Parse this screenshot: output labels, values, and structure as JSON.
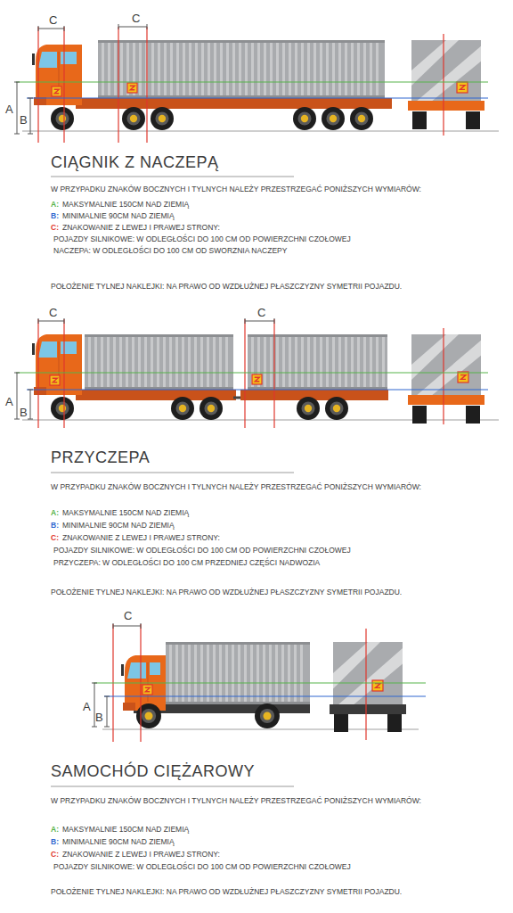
{
  "diagram": {
    "labels": [
      "C",
      "C",
      "A",
      "B",
      "CIĄGNIK Z NACZEPĄ",
      "W PRZYPADKU ZNAKÓW BOCZNYCH I TYLNYCH NALEŻY PRZESTRZEGAĆ PONIŻSZYCH WYMIARÓW:",
      "A:",
      "MAKSYMALNIE 150CM NAD ZIEMIĄ",
      "B:",
      "MINIMALNIE 90CM NAD ZIEMIĄ",
      "C:",
      "ZNAKOWANIE Z LEWEJ I PRAWEJ STRONY:",
      "POJAZDY SILNIKOWE: W ODLEGŁOŚCI DO 100 CM OD POWIERZCHNI CZOŁOWEJ",
      "NACZEPA: W ODLEGŁOŚCI DO 100 CM OD SWORZNIA NACZEPY",
      "POŁOŻENIE TYLNEJ NAKLEJKI: NA PRAWO OD WZDŁUŻNEJ PŁASZCZYZNY SYMETRII POJAZDU.",
      "C",
      "C",
      "A",
      "B",
      "PRZYCZEPA",
      "W PRZYPADKU ZNAKÓW BOCZNYCH I TYLNYCH NALEŻY PRZESTRZEGAĆ PONIŻSZYCH WYMIARÓW:",
      "A:",
      "MAKSYMALNIE 150CM NAD ZIEMIĄ",
      "B:",
      "MINIMALNIE 90CM NAD ZIEMIĄ",
      "C:",
      "ZNAKOWANIE Z LEWEJ I PRAWEJ STRONY:",
      "POJAZDY SILNIKOWE: W ODLEGŁOŚCI DO 100 CM OD POWIERZCHNI CZOŁOWEJ",
      "PRZYCZEPA: W ODLEGŁOŚCI DO 100 CM PRZEDNIEJ CZĘŚCI NADWOZIA",
      "POŁOŻENIE TYLNEJ NAKLEJKI: NA PRAWO OD WZDŁUŻNEJ PŁASZCZYZNY SYMETRII POJAZDU.",
      "C",
      "A",
      "B",
      "SAMOCHÓD CIĘŻAROWY",
      "W PRZYPADKU ZNAKÓW BOCZNYCH I TYLNYCH NALEŻY PRZESTRZEGAĆ PONIŻSZYCH WYMIARÓW:",
      "A:",
      "MAKSYMALNIE 150CM NAD ZIEMIĄ",
      "B:",
      "MINIMALNIE 90CM NAD ZIEMIĄ",
      "C:",
      "ZNAKOWANIE Z LEWEJ I PRAWEJ STRONY:",
      "POJAZDY SILNIKOWE: W ODLEGŁOŚCI DO 100 CM OD POWIERZCHNI CZOŁOWEJ",
      "POŁOŻENIE TYLNEJ NAKLEJKI: NA PRAWO OD WZDŁUŻNEJ PŁASZCZYZNY SYMETRII POJAZDU."
    ]
  }
}
